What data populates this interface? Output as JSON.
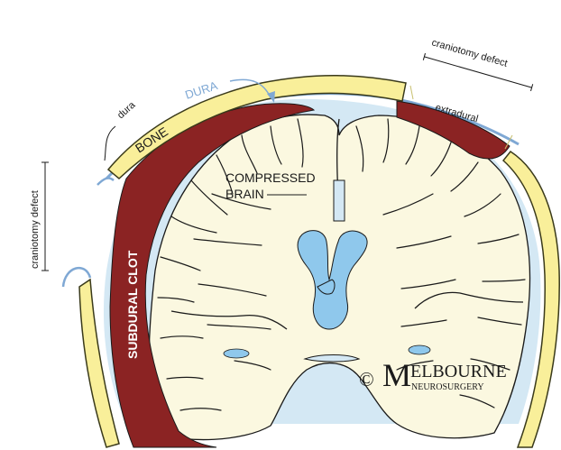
{
  "labels": {
    "bone": "BONE",
    "dura_upper": "DURA",
    "dura_lower": "dura",
    "subdural_clot": "SUBDURAL CLOT",
    "compressed_brain_line1": "COMPRESSED",
    "compressed_brain_line2": "BRAIN",
    "extradural": "extradural",
    "craniotomy_defect_left": "craniotomy defect",
    "craniotomy_defect_right": "craniotomy defect"
  },
  "watermark": {
    "copyright": "©",
    "initial": "M",
    "brand_rest": "ELBOURNE",
    "brand_sub": "NEUROSURGERY"
  },
  "colors": {
    "bone": "#f9ef9a",
    "bone_outline": "#3a3a1a",
    "dura": "#7fa8d4",
    "csf": "#d4e8f4",
    "brain": "#fbf8e0",
    "clot": "#8b2323",
    "ventricle": "#8fc8ec",
    "ink": "#1a1a1a"
  }
}
